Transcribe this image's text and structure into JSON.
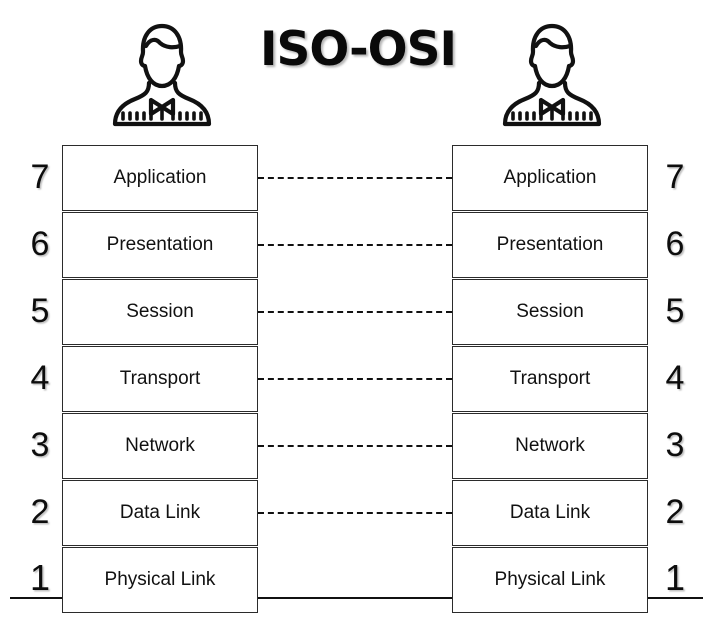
{
  "title": "ISO-OSI",
  "icons": {
    "left_avatar": "person-avatar-icon",
    "right_avatar": "person-avatar-icon"
  },
  "layers": [
    {
      "number": "7",
      "label": "Application",
      "connector": "dashed"
    },
    {
      "number": "6",
      "label": "Presentation",
      "connector": "dashed"
    },
    {
      "number": "5",
      "label": "Session",
      "connector": "dashed"
    },
    {
      "number": "4",
      "label": "Transport",
      "connector": "dashed"
    },
    {
      "number": "3",
      "label": "Network",
      "connector": "dashed"
    },
    {
      "number": "2",
      "label": "Data Link",
      "connector": "dashed"
    },
    {
      "number": "1",
      "label": "Physical Link",
      "connector": "solid"
    }
  ],
  "left_stack": {
    "numbers": [
      "7",
      "6",
      "5",
      "4",
      "3",
      "2",
      "1"
    ],
    "labels": [
      "Application",
      "Presentation",
      "Session",
      "Transport",
      "Network",
      "Data Link",
      "Physical Link"
    ]
  },
  "right_stack": {
    "numbers": [
      "7",
      "6",
      "5",
      "4",
      "3",
      "2",
      "1"
    ],
    "labels": [
      "Application",
      "Presentation",
      "Session",
      "Transport",
      "Network",
      "Data Link",
      "Physical Link"
    ]
  },
  "colors": {
    "background": "#ffffff",
    "text": "#111111",
    "box_border": "#2b2b2b",
    "connector": "#111111",
    "title": "#0a0a0a"
  }
}
